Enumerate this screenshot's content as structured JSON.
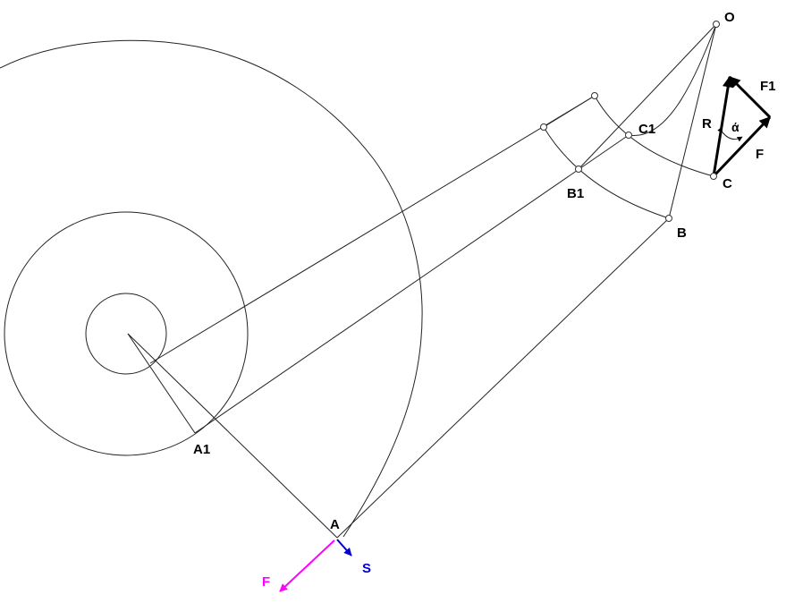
{
  "labels": {
    "O": "O",
    "F1": "F1",
    "R": "R",
    "alpha": "ά",
    "F_top": "F",
    "C": "C",
    "C1": "C1",
    "B1": "B1",
    "B": "B",
    "A1": "A1",
    "A": "A",
    "S": "S",
    "F_bottom": "F"
  },
  "colors": {
    "line": "#222222",
    "force_arrow_magenta": "#ff00ff",
    "force_arrow_blue": "#0000cc",
    "label_magenta": "#ff00ff",
    "label_blue": "#0000cc",
    "text": "#000000"
  }
}
